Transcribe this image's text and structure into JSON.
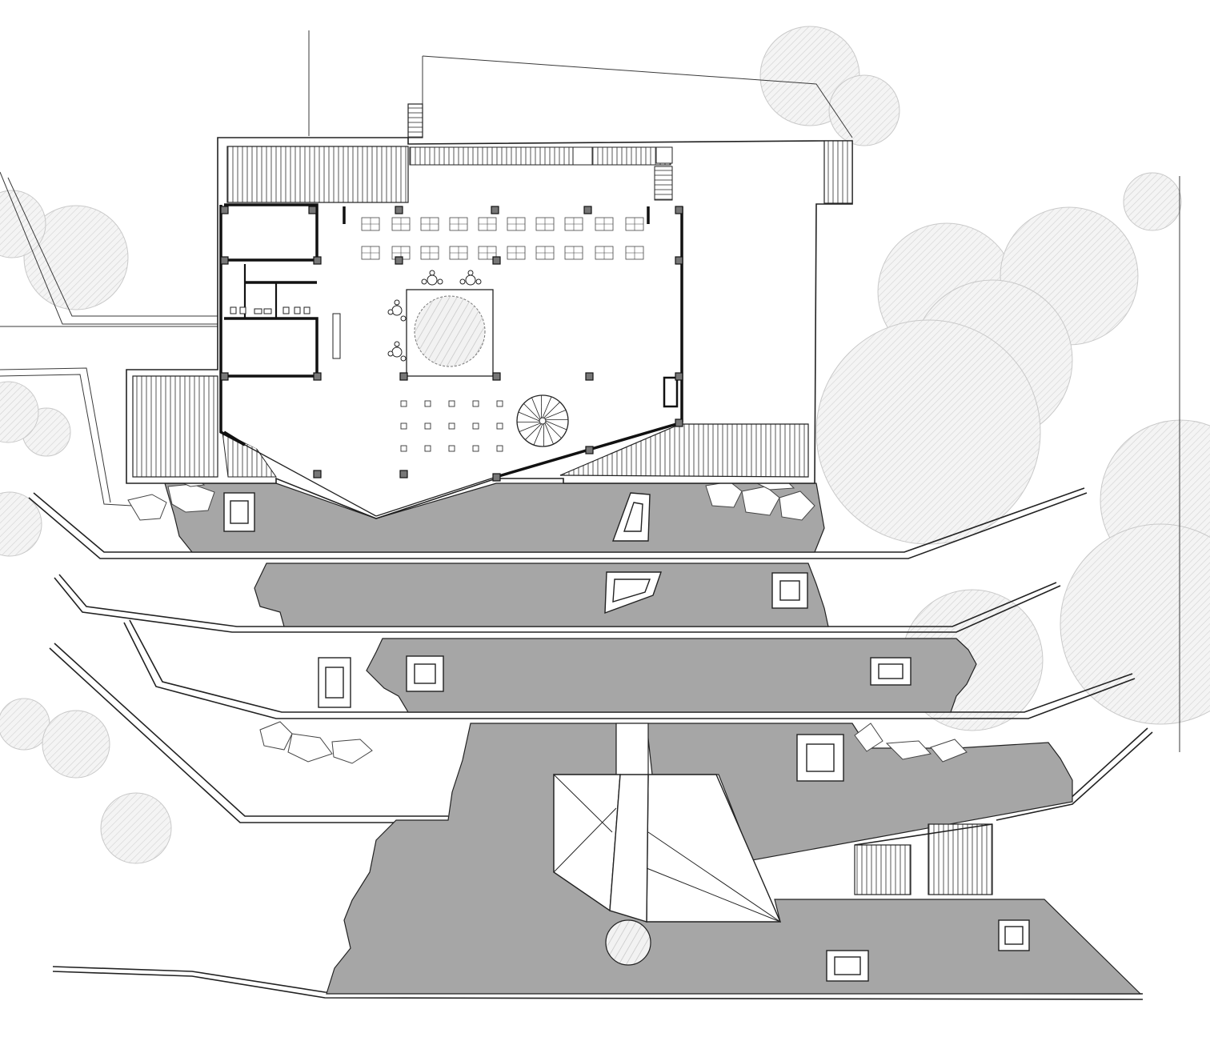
{
  "drawing": {
    "type": "architectural site plan",
    "colors": {
      "background": "#ffffff",
      "terrace_fill": "#a6a6a6",
      "line": "#222222",
      "tree_hatch": "#d4d4d4"
    },
    "elements": {
      "trees": 18,
      "terrace_levels": 4,
      "skylights": 12,
      "dining_tables": 20,
      "columns": 24
    }
  }
}
